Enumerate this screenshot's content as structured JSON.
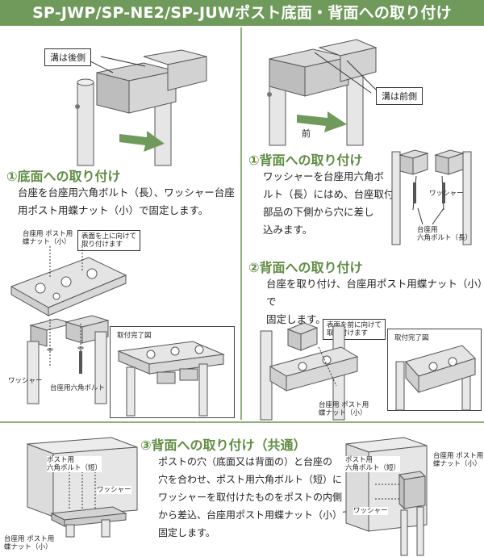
{
  "title": "SP-JWP/SP-NE2/SP-JUWポスト底面・背面への取り付け",
  "top_left": {
    "callout": "溝は後側"
  },
  "top_right": {
    "callout": "溝は前側",
    "front_label": "前"
  },
  "section1": {
    "heading": "①底面への取り付け",
    "body_lines": [
      "台座を台座用六角ボルト（長）、ワッシャー台座",
      "用ポスト用蝶ナット（小）で固定します。"
    ],
    "label_butterfly": "台座用  ポスト用\n蝶ナット（小）",
    "callout_up": "表面を上に向けて\n取り付けます",
    "label_washer": "ワッシャー",
    "label_bolt_long": "台座用六角ボルト（長）",
    "done_label": "取付完了図"
  },
  "section2": {
    "heading": "①背面への取り付け",
    "body_lines": [
      "ワッシャーを台座用六角ボ",
      "ルト（長）にはめ、台座取付",
      "部品の下側から穴に差し",
      "込みます。"
    ],
    "label_washer": "ワッシャー",
    "label_bolt_long": "台座用\n六角ボルト（長）"
  },
  "section3": {
    "heading": "②背面への取り付け",
    "body_lines": [
      "台座を取り付け、台座用ポスト用蝶ナット（小）で",
      "固定します。"
    ],
    "callout_front": "表面を前に向けて\n取り付けます",
    "done_label": "取付完了図",
    "label_butterfly": "台座用  ポスト用\n蝶ナット（小）"
  },
  "section4": {
    "heading": "③背面への取り付け（共通）",
    "body_lines": [
      "ポストの穴（底面又は背面の）と台座の",
      "穴を合わせ、ポスト用六角ボルト（短）に",
      "ワッシャーを取付けたものをポストの内側",
      "から差込、台座用ポスト用蝶ナット（小）で",
      "固定します。"
    ],
    "label_post_bolt": "ポスト用\n六角ボルト（短）",
    "label_washer": "ワッシャー",
    "label_butterfly": "台座用  ポスト用\n蝶ナット（小）",
    "label_post_bolt_r": "ポスト用\n六角ボルト（短）",
    "label_butterfly_r": "台座用  ポスト用\n蝶ナット（小）",
    "label_washer_r": "ワッシャー"
  }
}
